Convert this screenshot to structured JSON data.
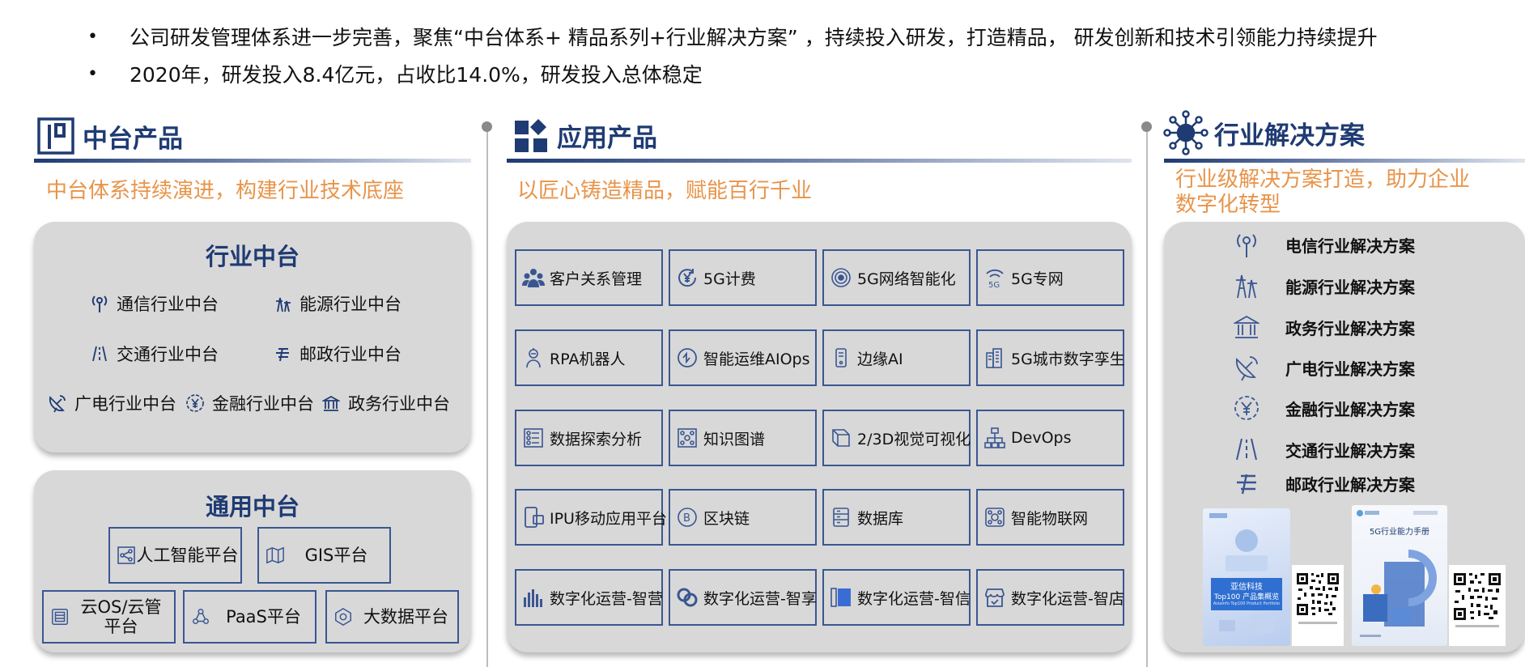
{
  "bullets": [
    "公司研发管理体系进一步完善，聚焦“中台体系+ 精品系列+行业解决方案” ，持续投入研发，打造精品， 研发创新和技术引领能力持续提升",
    "2020年，研发投入8.4亿元，占收比14.0%，研发投入总体稳定"
  ],
  "bullet_marker": "•",
  "col1": {
    "title": "中台产品",
    "subtitle": "中台体系持续演进，构建行业技术底座",
    "industry": {
      "title": "行业中台",
      "items": [
        "通信行业中台",
        "能源行业中台",
        "交通行业中台",
        "邮政行业中台",
        "广电行业中台",
        "金融行业中台",
        "政务行业中台"
      ]
    },
    "general": {
      "title": "通用中台",
      "items": [
        "人工智能平台",
        "GIS平台",
        "云OS/云管平台",
        "PaaS平台",
        "大数据平台"
      ]
    }
  },
  "col2": {
    "title": "应用产品",
    "subtitle": "以匠心铸造精品，赋能百行千业",
    "apps": [
      "客户关系管理",
      "5G计费",
      "5G网络智能化",
      "5G专网",
      "RPA机器人",
      "智能运维AIOps",
      "边缘AI",
      "5G城市数字孪生",
      "数据探索分析",
      "知识图谱",
      "2/3D视觉可视化",
      "DevOps",
      "IPU移动应用平台",
      "区块链",
      "数据库",
      "智能物联网",
      "数字化运营-智营",
      "数字化运营-智享",
      "数字化运营-智信",
      "数字化运营-智店"
    ]
  },
  "col3": {
    "title": "行业解决方案",
    "subtitle": "行业级解决方案打造，助力企业数字化转型",
    "solutions": [
      "电信行业解决方案",
      "能源行业解决方案",
      "政务行业解决方案",
      "广电行业解决方案",
      "金融行业解决方案",
      "交通行业解决方案",
      "邮政行业解决方案"
    ],
    "brochure1": {
      "line1": "亚信科技",
      "line2": "Top100 产品集概览",
      "line3": "AsiaInfo Top100 Product Portfolio"
    },
    "brochure2": {
      "title": "5G行业能力手册"
    }
  },
  "colors": {
    "accent": "#1f3b73",
    "orange": "#e8944a",
    "panel": "#d8d8d8",
    "border": "#3a5692"
  }
}
